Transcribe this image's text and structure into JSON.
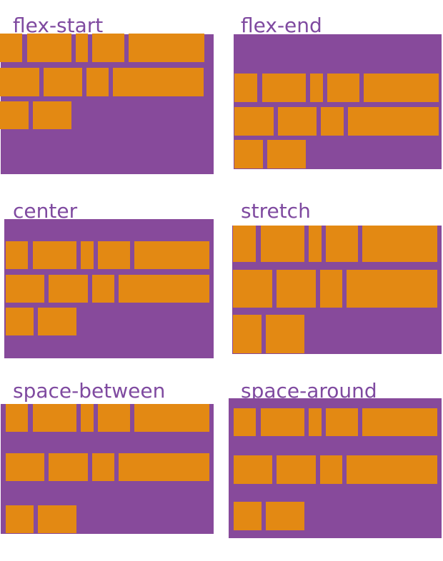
{
  "colors": {
    "container": "#874a9b",
    "item": "#e38913",
    "label": "#7f4aa0",
    "background": "#ffffff"
  },
  "panels": [
    {
      "id": "flex-start",
      "label": "flex-start"
    },
    {
      "id": "flex-end",
      "label": "flex-end"
    },
    {
      "id": "center",
      "label": "center"
    },
    {
      "id": "stretch",
      "label": "stretch"
    },
    {
      "id": "space-between",
      "label": "space-between"
    },
    {
      "id": "space-around",
      "label": "space-around"
    }
  ]
}
